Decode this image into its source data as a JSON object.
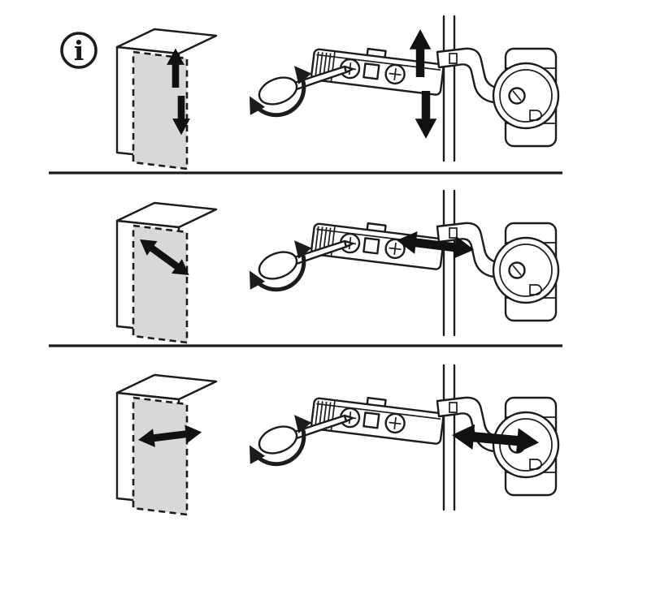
{
  "colors": {
    "background": "#ffffff",
    "line": "#1c1c1c",
    "panel_fill": "#d8d8d8",
    "arrow": "#111111"
  },
  "info_icon": {
    "glyph": "i"
  },
  "rows": [
    {
      "name": "height-adjustment",
      "cabinet_arrows": [
        "arrow-up",
        "arrow-down"
      ],
      "hinge_arrows": [
        "arrow-up",
        "arrow-down"
      ],
      "tool": "screwdriver-rotation"
    },
    {
      "name": "depth-adjustment",
      "cabinet_arrows": [
        "double-arrow-diagonal"
      ],
      "hinge_arrows": [
        "double-arrow-horizontal"
      ],
      "tool": "screwdriver-rotation"
    },
    {
      "name": "side-adjustment",
      "cabinet_arrows": [
        "double-arrow-horizontal"
      ],
      "hinge_arrows": [
        "double-arrow-horizontal"
      ],
      "tool": "screwdriver-rotation"
    }
  ]
}
